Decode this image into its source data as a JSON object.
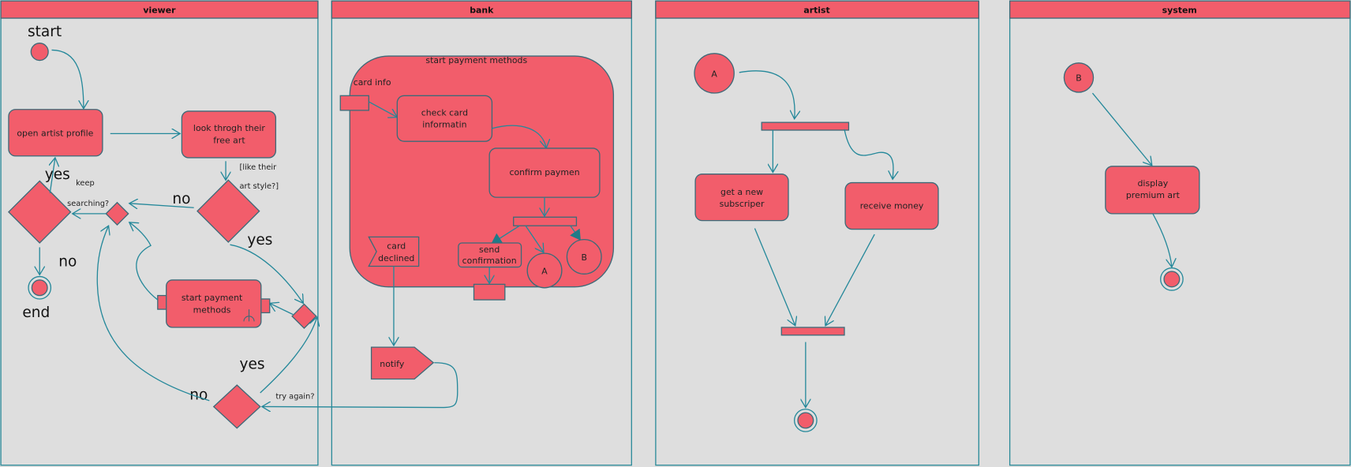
{
  "lanes": {
    "viewer": "viewer",
    "bank": "bank",
    "artist": "artist",
    "system": "system"
  },
  "viewer": {
    "start": "start",
    "end": "end",
    "open_profile": "open artist profile",
    "look_line1": "look throgh their",
    "look_line2": "free art",
    "guard_line1": "[like their",
    "guard_line2": "art style?]",
    "keep": "keep",
    "searching": "searching?",
    "yes1": "yes",
    "no1": "no",
    "no2": "no",
    "yes2": "yes",
    "start_payment_line1": "start payment",
    "start_payment_line2": "methods",
    "yes3": "yes",
    "no3": "no",
    "try_again": "try again?"
  },
  "bank": {
    "container_title": "start payment methods",
    "card_info": "card info",
    "check_line1": "check card",
    "check_line2": "informatin",
    "confirm": "confirm paymen",
    "send_line1": "send",
    "send_line2": "confirmation",
    "connector_a": "A",
    "connector_b": "B",
    "declined_line1": "card",
    "declined_line2": "declined",
    "notify": "notify"
  },
  "artist": {
    "connector_a": "A",
    "subscriber_line1": "get a new",
    "subscriber_line2": "subscriper",
    "receive_money": "receive money"
  },
  "system": {
    "connector_b": "B",
    "display_line1": "display",
    "display_line2": "premium art"
  },
  "colors": {
    "node": "#f25d6b",
    "stroke": "#24889a",
    "background": "#dedede"
  }
}
